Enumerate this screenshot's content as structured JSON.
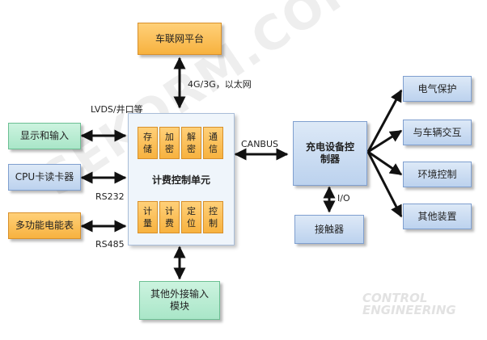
{
  "title": "",
  "platform": "车联网平台",
  "link_platform": "4G/3G，以太网",
  "link_lvds": "LVDS/井口等",
  "left_display": "显示和输入",
  "left_cpu": "CPU卡读卡器",
  "left_meter": "多功能电能表",
  "link_rs232": "RS232",
  "link_rs485": "RS485",
  "unit_title": "计费控制单元",
  "unit_top_cells": [
    "存储",
    "加密",
    "解密",
    "通信"
  ],
  "unit_bottom_cells": [
    "计量",
    "计费",
    "定位",
    "控制"
  ],
  "link_canbus": "CANBUS",
  "controller": "充电设备控制器",
  "link_io": "I/O",
  "contactor": "接触器",
  "right_items": [
    "电气保护",
    "与车辆交互",
    "环境控制",
    "其他装置"
  ],
  "external": "其他外接输入模块",
  "watermark": "SEKORM.COM",
  "logo_lines": [
    "CONTROL",
    "ENGINEERING"
  ],
  "colors": {
    "orange": "#f7b23f",
    "green": "#a9e6c8",
    "blue": "#bcd2ee",
    "arrow": "#111111"
  }
}
